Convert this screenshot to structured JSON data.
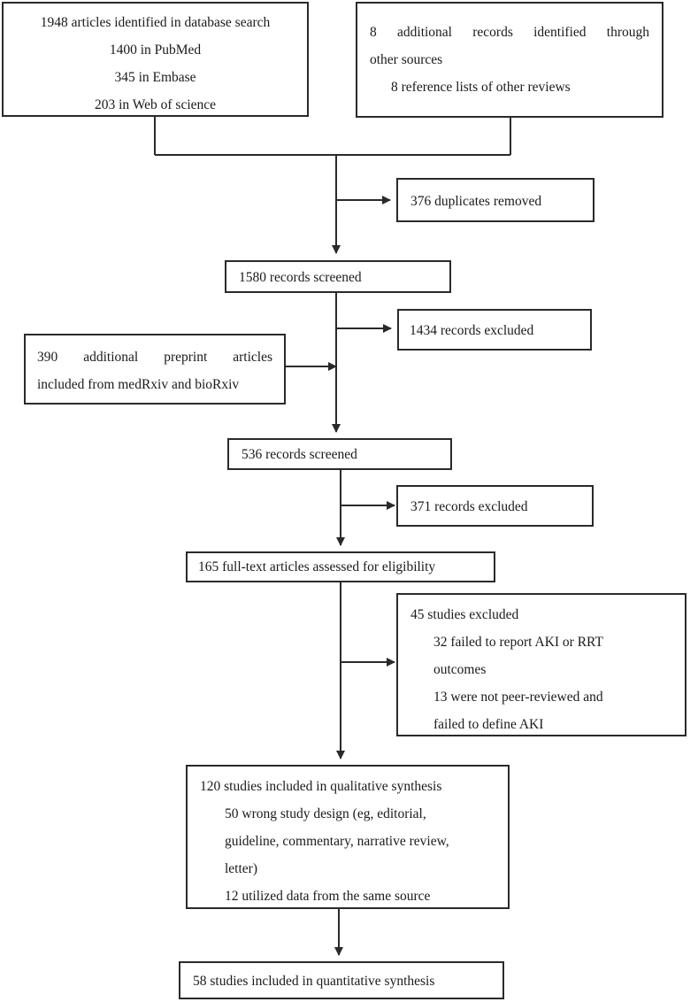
{
  "diagram": {
    "stroke_color": "#2a2a2a",
    "boxes": {
      "database_search": {
        "lines": [
          "1948 articles identified in database search",
          "1400 in PubMed",
          "345 in Embase",
          "203 in Web of science"
        ]
      },
      "other_sources": {
        "lines": [
          "8 additional records identified through",
          "other sources",
          "8 reference lists of other reviews"
        ]
      },
      "duplicates_removed": {
        "text": "376 duplicates removed"
      },
      "records_screened_1": {
        "text": "1580 records screened"
      },
      "records_excluded_1": {
        "text": "1434 records excluded"
      },
      "preprint_articles": {
        "lines": [
          "390 additional preprint articles",
          "included from medRxiv and bioRxiv"
        ]
      },
      "records_screened_2": {
        "text": "536 records screened"
      },
      "records_excluded_2": {
        "text": "371 records excluded"
      },
      "full_text_assessed": {
        "text": "165 full-text articles assessed for eligibility"
      },
      "studies_excluded": {
        "lines": [
          "45 studies excluded",
          "32 failed to report AKI or RRT",
          "outcomes",
          "13 were not peer-reviewed and",
          "failed to define AKI"
        ]
      },
      "qualitative_synthesis": {
        "lines": [
          "120 studies included in qualitative synthesis",
          "50 wrong study design (eg, editorial,",
          "guideline, commentary, narrative review,",
          "letter)",
          "12 utilized data from the same source"
        ]
      },
      "quantitative_synthesis": {
        "text": "58 studies included in quantitative synthesis"
      }
    }
  }
}
